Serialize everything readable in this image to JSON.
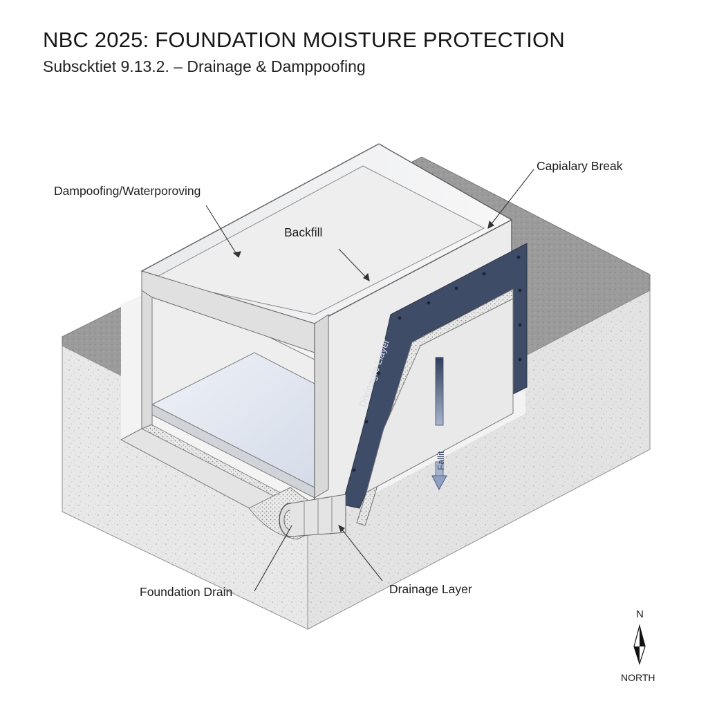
{
  "header": {
    "title": "NBC 2025: FOUNDATION MOISTURE PROTECTION",
    "subtitle": "Subscktiet 9.13.2. – Drainage & Damppoofing"
  },
  "labels": {
    "dampproofing": "Dampoofing/Waterporoving",
    "backfill": "Backfill",
    "capillary_break": "Capialary Break",
    "foundation_drain": "Foundation Drain",
    "drainage_layer": "Drainage Layer",
    "membrane_text": "Dnrinagre Llayer",
    "flow_text": "Fallit"
  },
  "compass": {
    "n": "N",
    "north": "NORTH"
  },
  "colors": {
    "membrane": "#3d4b66",
    "soil": "#e6e6e6",
    "ground_top": "#9a9a9a",
    "concrete": "#f0f1f3",
    "slab": "#dfe4ef",
    "arrow": "#4a5b80"
  }
}
